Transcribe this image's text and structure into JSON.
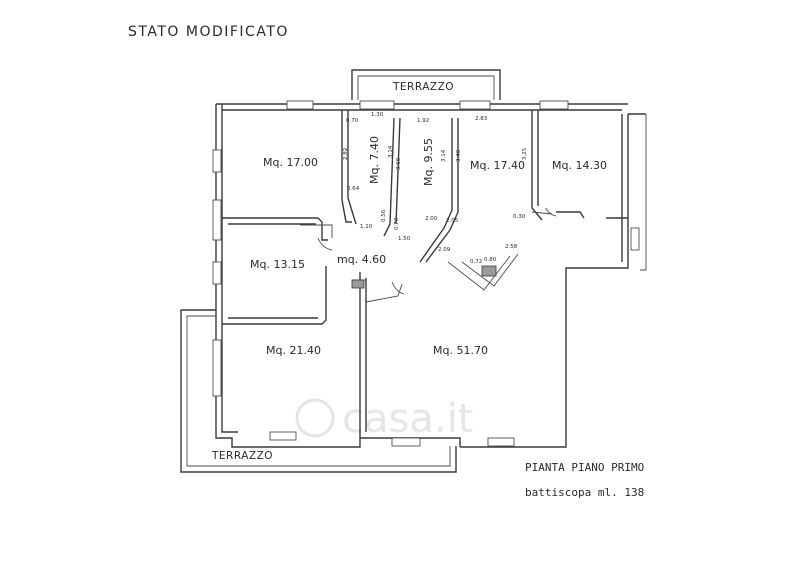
{
  "title": "STATO MODIFICATO",
  "terraces": {
    "top": "TERRAZZO",
    "bottom": "TERRAZZO"
  },
  "rooms": [
    {
      "id": "room-1",
      "label": "Mq. 17.00"
    },
    {
      "id": "room-2",
      "label": "Mq. 7.40"
    },
    {
      "id": "room-3",
      "label": "Mq. 9.55"
    },
    {
      "id": "room-4",
      "label": "Mq. 17.40"
    },
    {
      "id": "room-5",
      "label": "Mq. 14.30"
    },
    {
      "id": "room-6",
      "label": "Mq. 13.15"
    },
    {
      "id": "room-7",
      "label": "mq. 4.60"
    },
    {
      "id": "room-8",
      "label": "Mq. 21.40"
    },
    {
      "id": "room-9",
      "label": "Mq. 51.70"
    }
  ],
  "dimensions": [
    "0.70",
    "1.30",
    "2.82",
    "0.64",
    "1.10",
    "0.56",
    "0.70",
    "3.14",
    "3.60",
    "1.50",
    "1.92",
    "3.14",
    "3.40",
    "2.00",
    "2.05",
    "2.83",
    "3.25",
    "0.30",
    "2.09",
    "2.58",
    "0.72",
    "0.80"
  ],
  "notes": {
    "plan": "PIANTA PIANO PRIMO",
    "baseboard": "battiscopa ml. 138"
  },
  "watermark": "casa.it"
}
